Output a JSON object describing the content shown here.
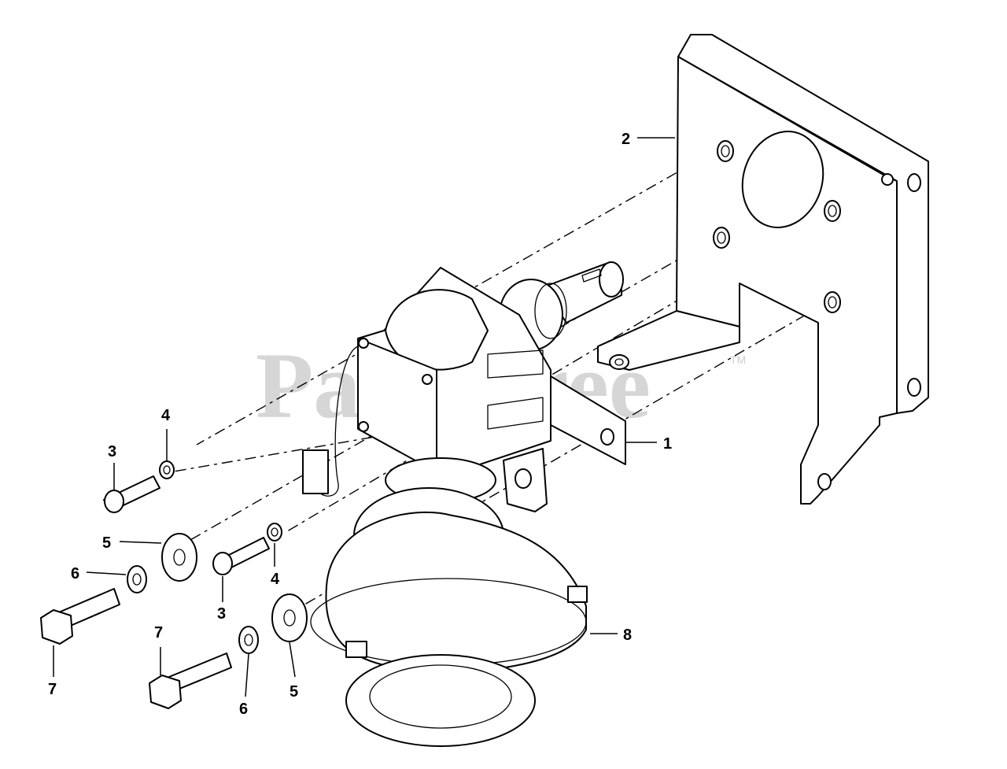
{
  "watermark": {
    "text": "PartsTree",
    "trademark": "TM"
  },
  "callouts": {
    "c1": "1",
    "c2": "2",
    "c3a": "3",
    "c3b": "3",
    "c4a": "4",
    "c4b": "4",
    "c5a": "5",
    "c5b": "5",
    "c6a": "6",
    "c6b": "6",
    "c7a": "7",
    "c7b": "7",
    "c8": "8"
  }
}
